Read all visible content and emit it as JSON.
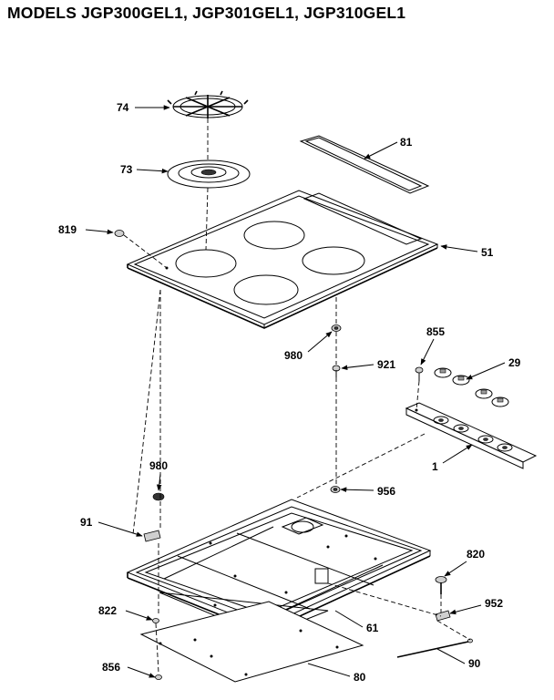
{
  "title": "MODELS JGP300GEL1, JGP301GEL1, JGP310GEL1",
  "callouts": [
    "74",
    "73",
    "81",
    "819",
    "51",
    "980",
    "921",
    "855",
    "29",
    "1",
    "980",
    "956",
    "91",
    "820",
    "822",
    "952",
    "61",
    "856",
    "80",
    "90"
  ]
}
